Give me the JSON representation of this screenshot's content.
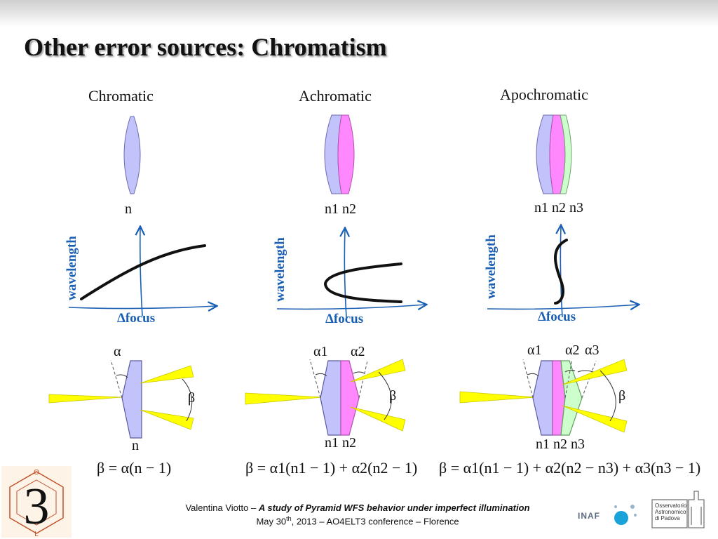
{
  "title": "Other error sources: Chromatism",
  "columns": [
    {
      "heading": "Chromatic",
      "index_label": "n",
      "bottom_label": "n"
    },
    {
      "heading": "Achromatic",
      "index_label": "n1 n2",
      "bottom_label": "n1 n2"
    },
    {
      "heading": "Apochromatic",
      "index_label": "n1 n2 n3",
      "bottom_label": "n1 n2 n3"
    }
  ],
  "axis": {
    "y_label": "wavelength",
    "x_label": "Δfocus"
  },
  "angles": {
    "alpha": "α",
    "alpha1": "α1",
    "alpha2": "α2",
    "alpha3": "α3",
    "beta": "β"
  },
  "formulas": [
    "β = α(n − 1)",
    "β = α1(n1 − 1) + α2(n2 − 1)",
    "β = α1(n1 − 1) + α2(n2 − n3) + α3(n3 − 1)"
  ],
  "footer": {
    "author": "Valentina Viotto",
    "dash": "–",
    "talk": "A study of Pyramid WFS behavior under imperfect illumination",
    "date_prefix": "May 30",
    "date_sup": "th",
    "date_suffix": ", 2013 – AO4ELT3 conference – Florence"
  },
  "logos": {
    "left_logo_glyph": "3",
    "left_logo_letters": [
      "O",
      "L"
    ],
    "inaf": "INAF",
    "observatory": [
      "Osservatorio",
      "Astronomico",
      "di Padova"
    ]
  },
  "colors": {
    "lens_blue": "#c3c3fb",
    "lens_pink": "#ff88ff",
    "lens_green": "#ccffcc",
    "beam_yellow": "#ffff00",
    "axis_blue": "#1a5fb4"
  }
}
